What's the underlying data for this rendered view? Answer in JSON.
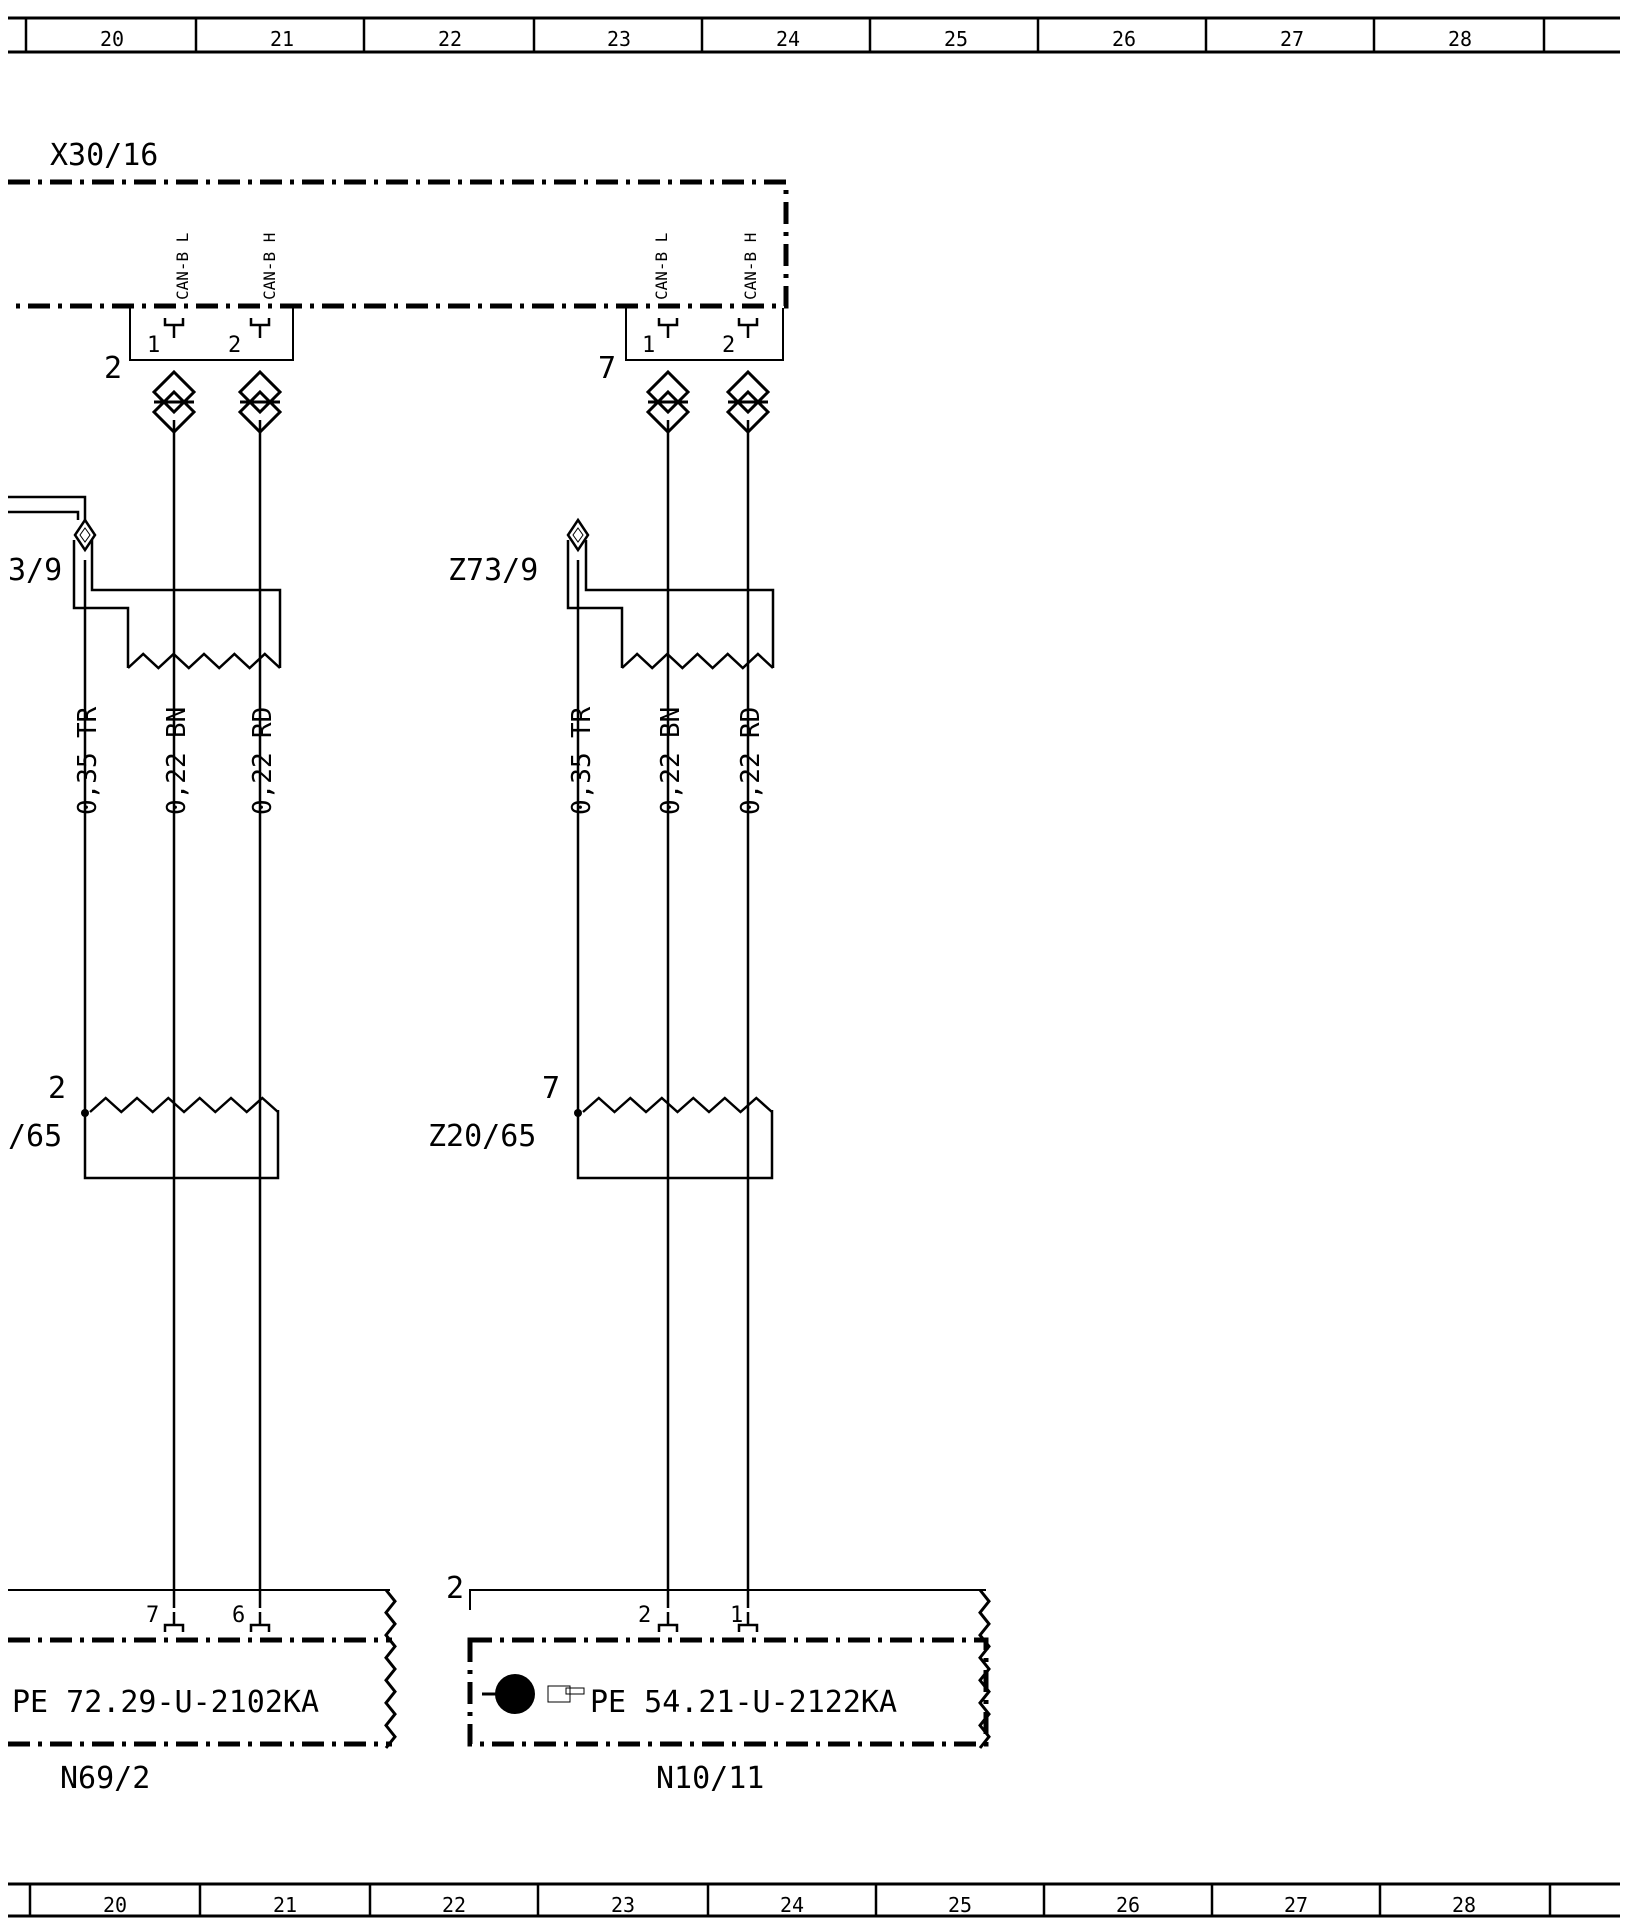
{
  "ruler": {
    "columns": [
      "20",
      "21",
      "22",
      "23",
      "24",
      "25",
      "26",
      "27",
      "28"
    ]
  },
  "connector": {
    "name": "X30/16",
    "left_group": {
      "number": "2",
      "signals": [
        "CAN-B L",
        "CAN-B H"
      ],
      "pins": [
        "1",
        "2"
      ]
    },
    "right_group": {
      "number": "7",
      "signals": [
        "CAN-B L",
        "CAN-B H"
      ],
      "pins": [
        "1",
        "2"
      ]
    }
  },
  "twisted_upper": {
    "left_label": "3/9",
    "right_label": "Z73/9"
  },
  "wires": [
    {
      "size": "0,35",
      "color": "TR"
    },
    {
      "size": "0,22",
      "color": "BN"
    },
    {
      "size": "0,22",
      "color": "RD"
    }
  ],
  "twisted_lower": {
    "left_label": "/65",
    "left_pin": "2",
    "right_label": "Z20/65",
    "right_pin": "7"
  },
  "modules": [
    {
      "name": "N69/2",
      "ref": "PE 72.29-U-2102KA",
      "pins": [
        "7",
        "6"
      ]
    },
    {
      "name": "N10/11",
      "ref": "PE 54.21-U-2122KA",
      "pins": [
        "2",
        "1"
      ],
      "corner": "2"
    }
  ],
  "icons": [
    "transistor-icon",
    "pointing-hand-icon",
    "splice-diamond-icon",
    "jack-connector-icon",
    "cable-break-icon"
  ]
}
